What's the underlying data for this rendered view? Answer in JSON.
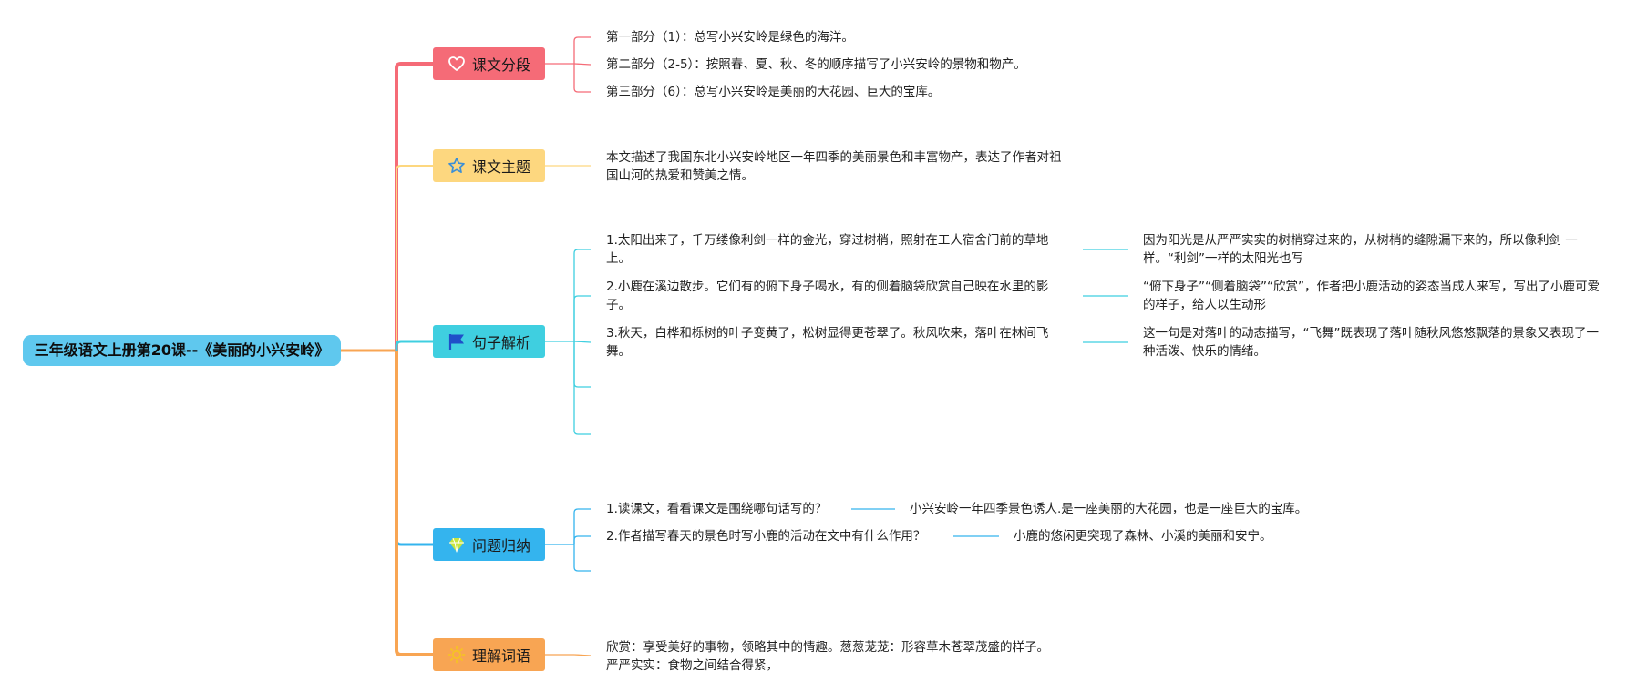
{
  "root": {
    "label": "三年级语文上册第20课--《美丽的小兴安岭》"
  },
  "branches": [
    {
      "label": "课文分段",
      "icon": "heart-icon",
      "color": "#f56b77",
      "items": [
        {
          "text": "第一部分（1）：总写小兴安岭是绿色的海洋。"
        },
        {
          "text": "第二部分（2-5）：按照春、夏、秋、冬的顺序描写了小兴安岭的景物和物产。"
        },
        {
          "text": "第三部分（6）：总写小兴安岭是美丽的大花园、巨大的宝库。"
        }
      ]
    },
    {
      "label": "课文主题",
      "icon": "star-icon",
      "color": "#fdd77f",
      "items": [
        {
          "text": "本文描述了我国东北小兴安岭地区一年四季的美丽景色和丰富物产，表达了作者对祖国山河的热爱和赞美之情。"
        }
      ]
    },
    {
      "label": "句子解析",
      "icon": "flag-icon",
      "color": "#3fcfe0",
      "items": [
        {
          "text": "1.太阳出来了，千万缕像利剑一样的金光，穿过树梢，照射在工人宿舍门前的草地上。",
          "detail": "因为阳光是从严严实实的树梢穿过来的，从树梢的缝隙漏下来的，所以像利剑 一样。“利剑”一样的太阳光也写"
        },
        {
          "text": "2.小鹿在溪边散步。它们有的俯下身子喝水，有的侧着脑袋欣赏自己映在水里的影子。",
          "detail": "“俯下身子”“侧着脑袋”“欣赏”，作者把小鹿活动的姿态当成人来写，写出了小鹿可爱的样子，给人以生动形"
        },
        {
          "text": "3.秋天，白桦和栎树的叶子变黄了，松树显得更苍翠了。秋风吹来，落叶在林间飞舞。",
          "detail": "这一句是对落叶的动态描写，“飞舞”既表现了落叶随秋风悠悠飘落的景象又表现了一种活泼、快乐的情绪。"
        },
        {
          "text": ""
        },
        {
          "text": ""
        }
      ]
    },
    {
      "label": "问题归纳",
      "icon": "diamond-icon",
      "color": "#34b4ee",
      "items": [
        {
          "text": "1.读课文，看看课文是围绕哪句话写的？",
          "detail": "小兴安岭一年四季景色诱人.是一座美丽的大花园，也是一座巨大的宝库。"
        },
        {
          "text": "2.作者描写春天的景色时写小鹿的活动在文中有什么作用？",
          "detail": "小鹿的悠闲更突现了森林、小溪的美丽和安宁。"
        },
        {
          "text": ""
        }
      ]
    },
    {
      "label": "理解词语",
      "icon": "sun-icon",
      "color": "#f8a553",
      "items": [
        {
          "text": "欣赏：享受美好的事物，领略其中的情趣。葱葱茏茏：形容草木苍翠茂盛的样子。严严实实：食物之间结合得紧，"
        }
      ]
    }
  ],
  "icon_colors": {
    "heart": "#ffffff",
    "star": "#3c8fd6",
    "flag": "#1f4fc9",
    "diamond": "#c8e63c",
    "sun": "#f6c224"
  }
}
